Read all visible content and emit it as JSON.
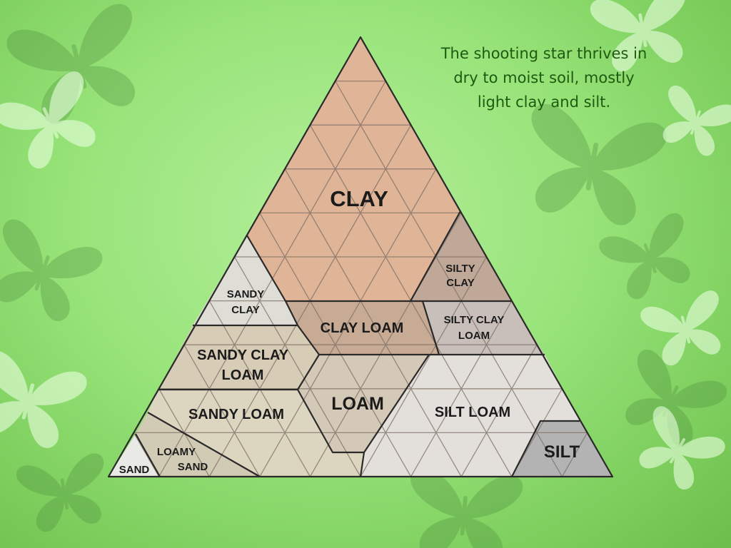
{
  "caption": "The shooting star thrives in dry to moist soil, mostly light clay and silt.",
  "colors": {
    "clay": "#e0b496",
    "silty_clay": "#c0a899",
    "sandy_clay": "#deddd6",
    "clay_loam": "#c8ab95",
    "silty_clay_loam": "#c8bfba",
    "sandy_clay_loam": "#d7ccb6",
    "loam": "#d4c8b6",
    "sandy_loam": "#dcd5c0",
    "silt_loam": "#e3e0db",
    "silt": "#b3b3b3",
    "loamy_sand": "#d1cbb5",
    "sand": "#e9e9e6",
    "background": "#98e47a"
  },
  "labels": {
    "clay": "CLAY",
    "silty_clay_1": "SILTY",
    "silty_clay_2": "CLAY",
    "sandy_clay_1": "SANDY",
    "sandy_clay_2": "CLAY",
    "clay_loam": "CLAY LOAM",
    "silty_clay_loam_1": "SILTY CLAY",
    "silty_clay_loam_2": "LOAM",
    "sandy_clay_loam_1": "SANDY CLAY",
    "sandy_clay_loam_2": "LOAM",
    "loam": "LOAM",
    "sandy_loam": "SANDY LOAM",
    "silt_loam": "SILT LOAM",
    "silt": "SILT",
    "loamy_sand_1": "LOAMY",
    "loamy_sand_2": "SAND",
    "sand": "SAND"
  },
  "decorations": [
    "butterfly-icon"
  ]
}
